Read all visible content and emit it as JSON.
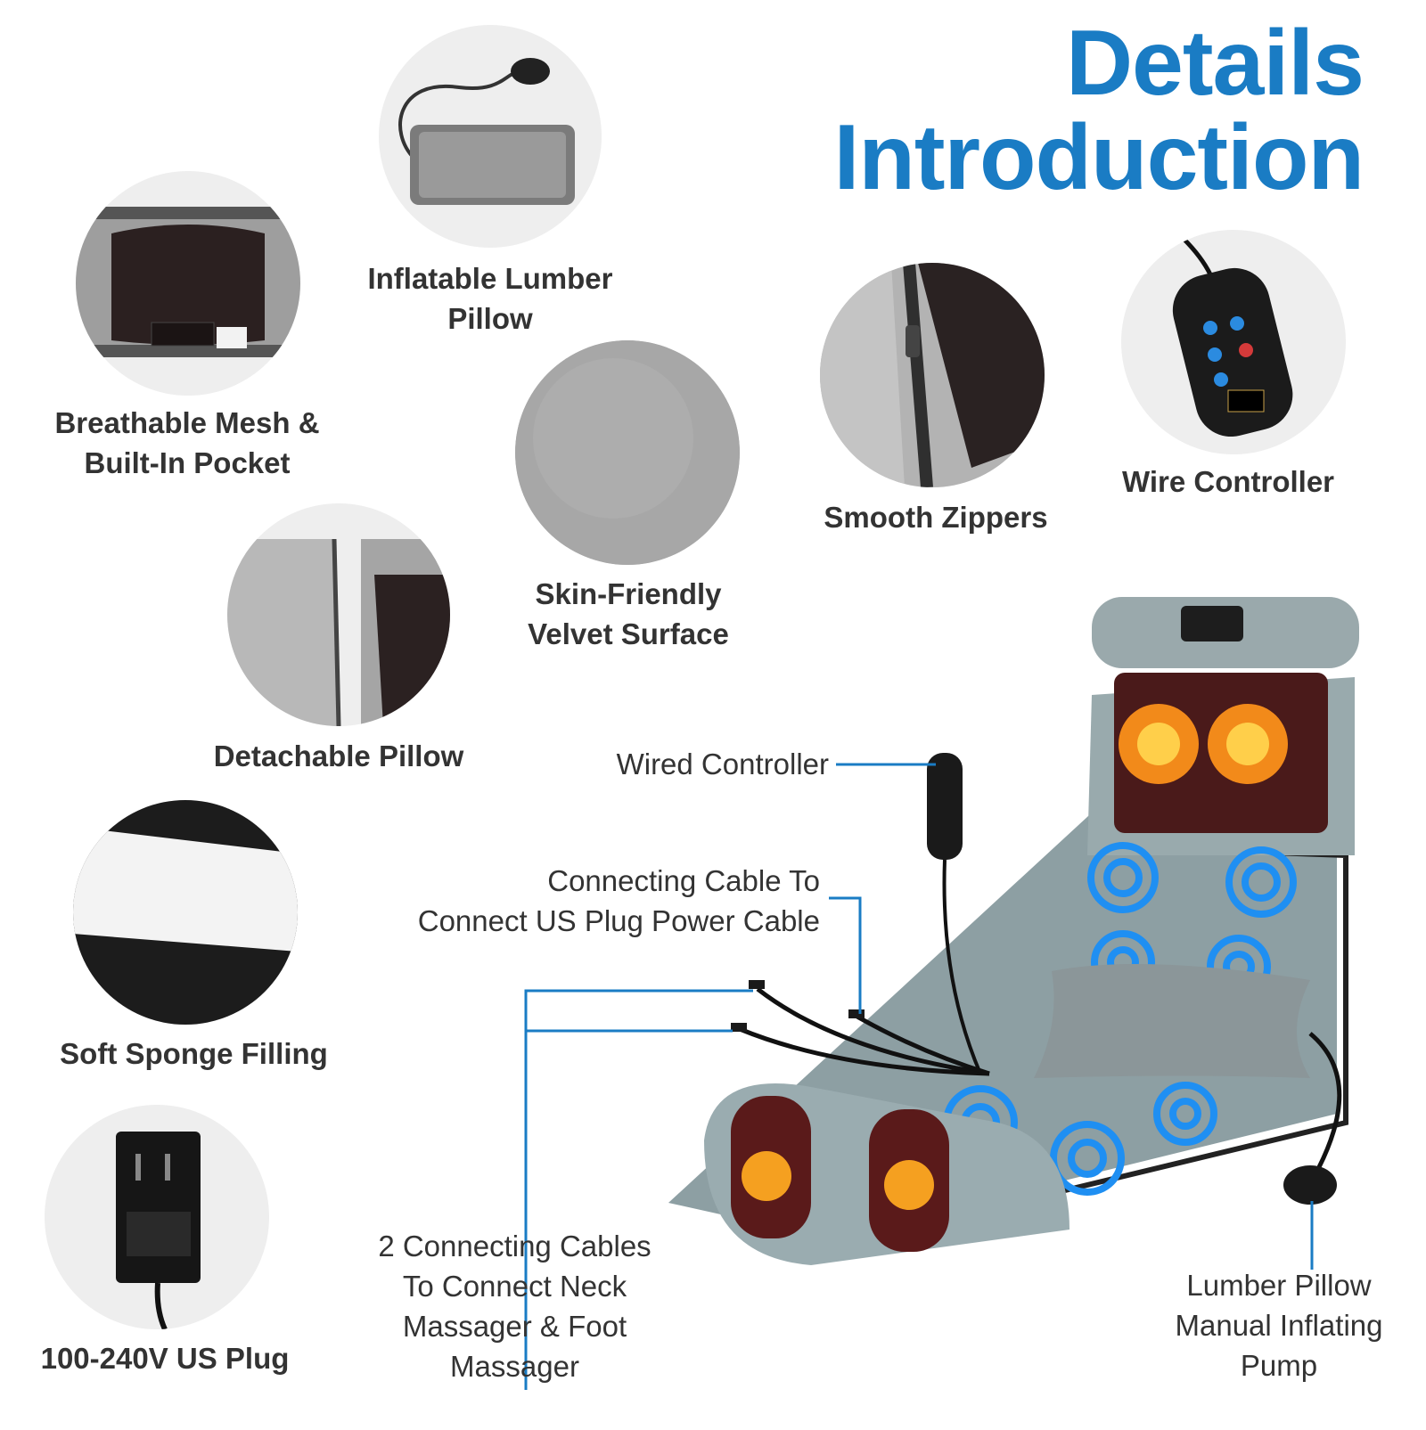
{
  "header": {
    "title_line1": "Details",
    "title_line2": "Introduction",
    "accent_color": "#1a7cc4"
  },
  "features": [
    {
      "line1": "Inflatable Lumber",
      "line2": "Pillow",
      "icon": "inflatable-pillow-icon"
    },
    {
      "line1": "Breathable Mesh &",
      "line2": "Built-In Pocket",
      "icon": "mesh-pocket-icon"
    },
    {
      "line1": "Skin-Friendly",
      "line2": "Velvet Surface",
      "icon": "velvet-fabric-icon"
    },
    {
      "line1": "Smooth Zippers",
      "icon": "zipper-icon"
    },
    {
      "line1": "Wire Controller",
      "icon": "remote-controller-icon"
    },
    {
      "line1": "Detachable Pillow",
      "icon": "detachable-pillow-icon"
    },
    {
      "line1": "Soft Sponge Filling",
      "icon": "sponge-filling-icon"
    },
    {
      "line1": "100-240V US Plug",
      "icon": "power-adapter-icon"
    }
  ],
  "callouts": {
    "wired_controller": "Wired Controller",
    "connecting_cable_line1": "Connecting Cable To",
    "connecting_cable_line2": "Connect US Plug Power Cable",
    "two_cables_line1": "2 Connecting Cables",
    "two_cables_line2": "To Connect Neck",
    "two_cables_line3": "Massager & Foot",
    "two_cables_line4": "Massager",
    "pump_line1": "Lumber Pillow",
    "pump_line2": "Manual Inflating",
    "pump_line3": "Pump"
  }
}
